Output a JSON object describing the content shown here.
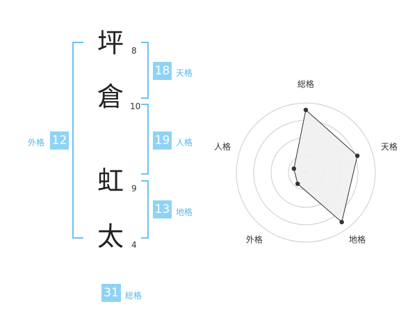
{
  "name": {
    "chars": [
      "坪",
      "倉",
      "虹",
      "太"
    ],
    "strokes": [
      "8",
      "10",
      "9",
      "4"
    ]
  },
  "scores": {
    "tenkaku": {
      "label": "天格",
      "value": "18"
    },
    "jinkaku": {
      "label": "人格",
      "value": "19"
    },
    "chikaku": {
      "label": "地格",
      "value": "13"
    },
    "gaikaku": {
      "label": "外格",
      "value": "12"
    },
    "soukaku": {
      "label": "総格",
      "value": "31"
    }
  },
  "chart_data": {
    "type": "radar",
    "axes": [
      "総格",
      "天格",
      "地格",
      "外格",
      "人格"
    ],
    "values": [
      0.9,
      0.78,
      0.88,
      0.2,
      0.18
    ],
    "rings": 4,
    "colors": {
      "fill": "#f0f0f0",
      "line": "#333333",
      "grid": "#cccccc",
      "point": "#333333"
    }
  }
}
